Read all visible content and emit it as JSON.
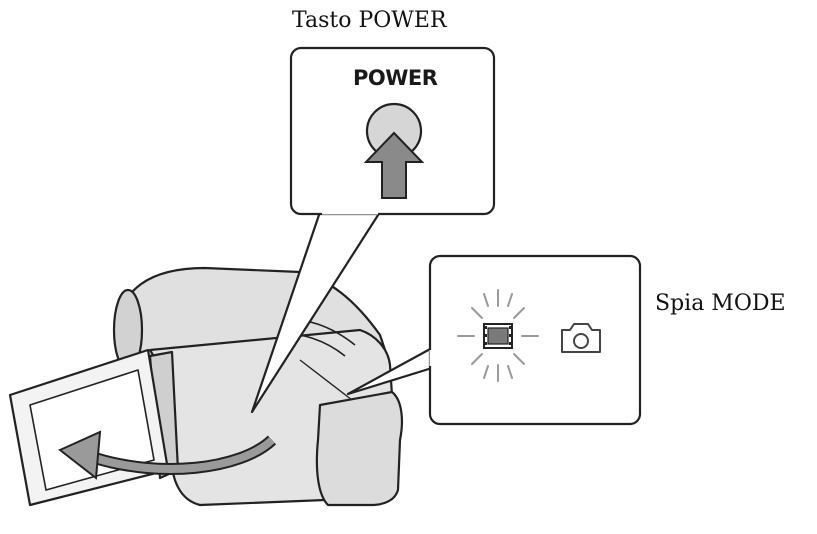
{
  "labels": {
    "power_key": "Tasto POWER",
    "mode_lamp": "Spia MODE"
  },
  "callout_power": {
    "button_text": "POWER"
  },
  "callout_mode": {
    "icons": [
      "movie-mode-icon",
      "photo-mode-icon"
    ],
    "active": "movie-mode-icon"
  },
  "colors": {
    "stroke": "#222222",
    "button_fill": "#d6d6d6",
    "arrow_fill": "#8a8a8a",
    "camera_fill": "#e4e4e4",
    "lcd_fill": "#f3f3f3",
    "motion_arrow": "#9a9a9a"
  }
}
